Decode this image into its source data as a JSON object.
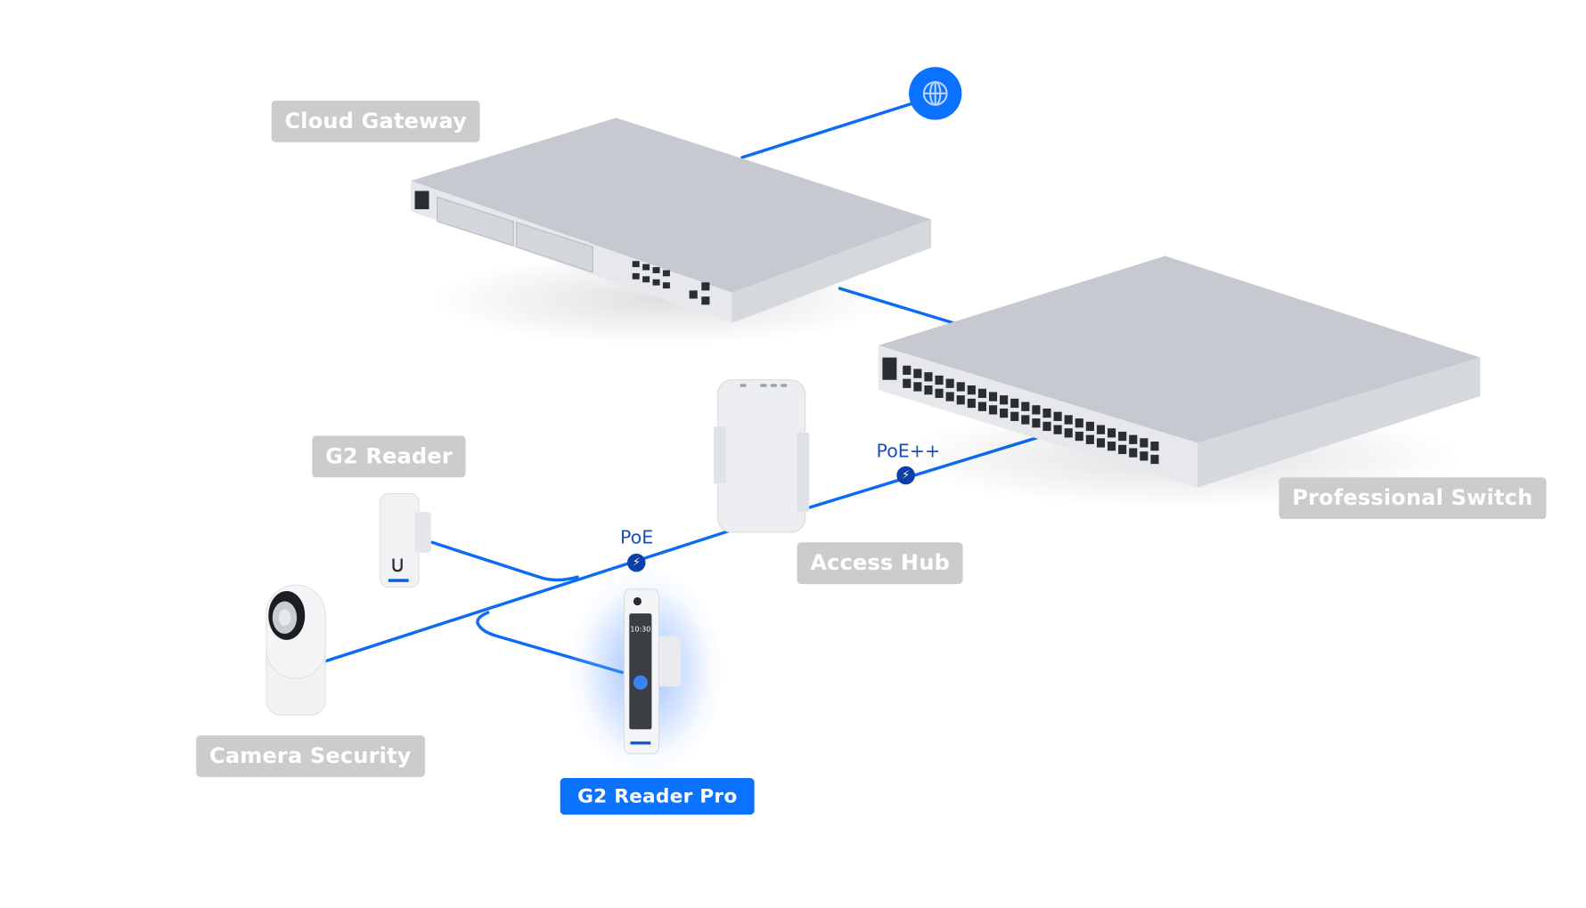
{
  "diagram": {
    "title": "Access network topology",
    "accent_color": "#0a72ff",
    "label_inactive_color": "#cccccc",
    "link_color": "#0a6cf5",
    "power_badge_color": "#0d3fa8"
  },
  "nodes": {
    "internet": {
      "icon": "globe-icon"
    },
    "cloud_gateway": {
      "label": "Cloud Gateway"
    },
    "professional_switch": {
      "label": "Professional Switch"
    },
    "access_hub": {
      "label": "Access Hub"
    },
    "g2_reader": {
      "label": "G2 Reader"
    },
    "g2_reader_pro": {
      "label": "G2 Reader Pro",
      "selected": true
    },
    "camera_security": {
      "label": "Camera Security"
    }
  },
  "links": {
    "poe_plus_plus": {
      "label": "PoE++",
      "icon": "lightning-icon"
    },
    "poe": {
      "label": "PoE",
      "icon": "lightning-icon"
    }
  },
  "reader_pro_screen": {
    "time": "10:30"
  }
}
